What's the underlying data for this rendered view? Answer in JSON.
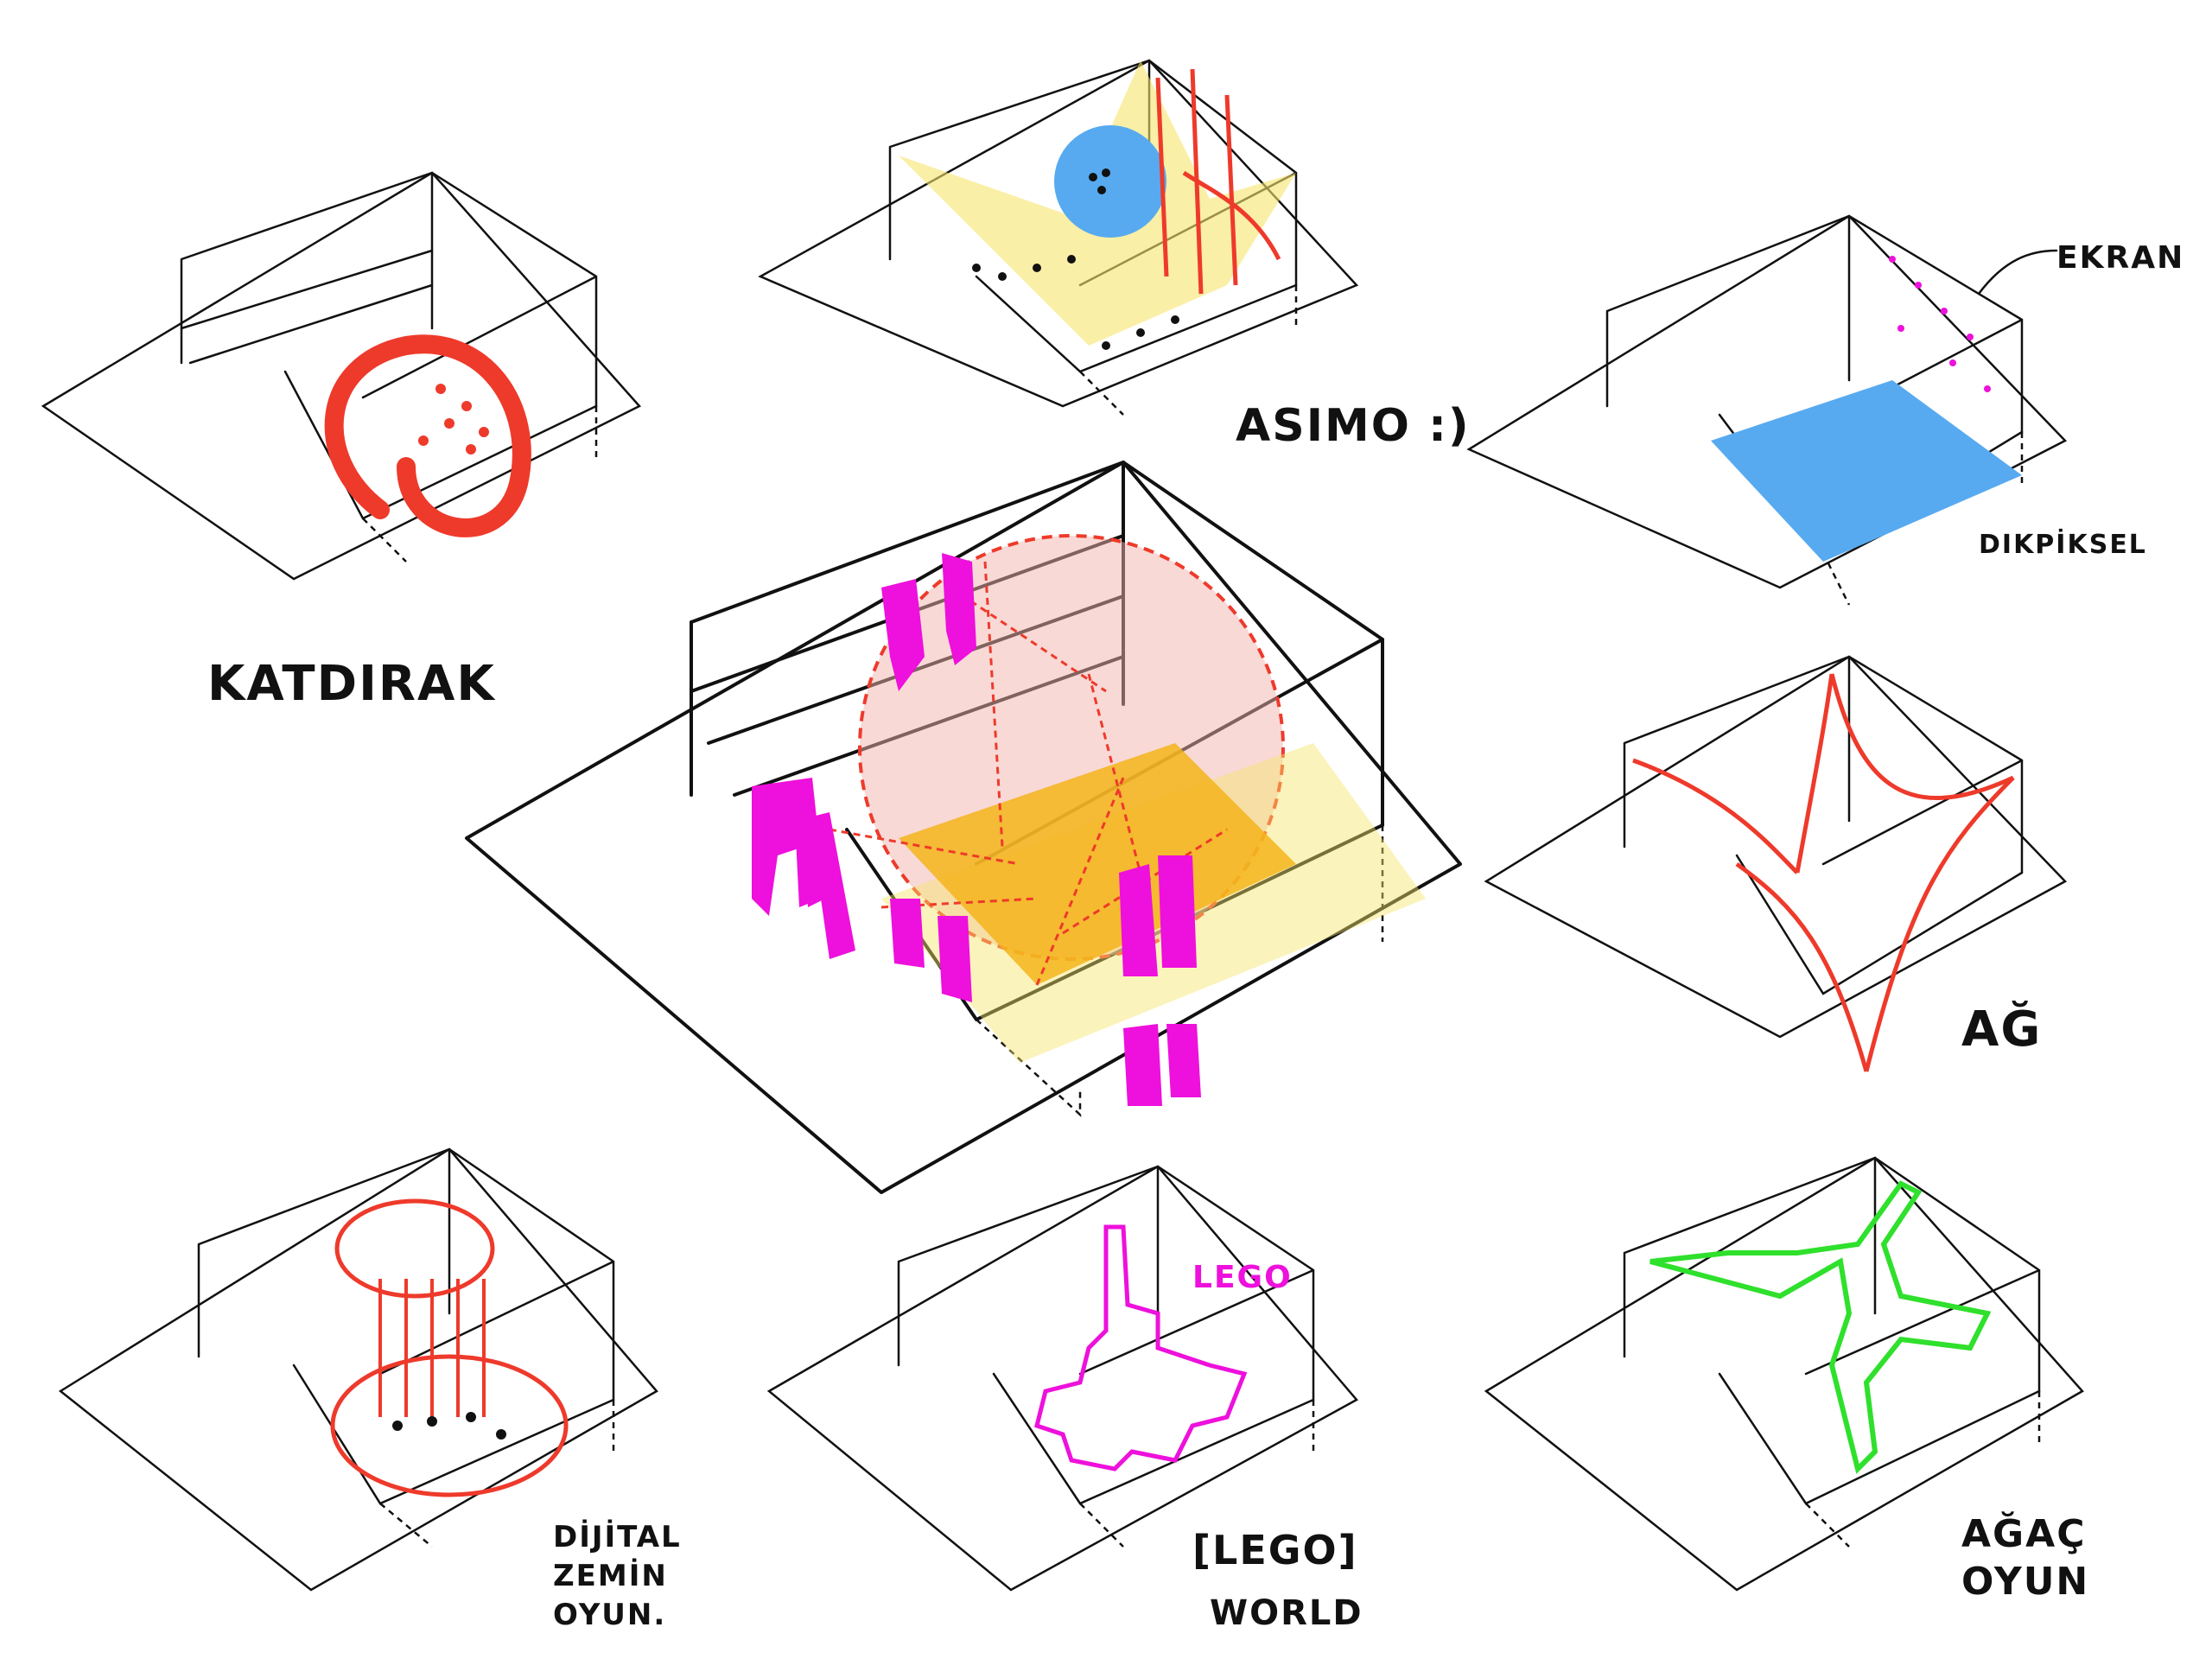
{
  "labels": {
    "katdirak": "KATDIRAK",
    "asimo": "ASIMO :)",
    "ekran": "EKRAN",
    "dikpiksel": "DIKPİKSEL",
    "ag": "AĞ",
    "dijital_1": "DİJİTAL",
    "dijital_2": "ZEMİN",
    "dijital_3": "OYUN.",
    "lego_tag": "LEGO",
    "lego_1": "[LEGO]",
    "lego_2": "WORLD",
    "agac_1": "AĞAÇ",
    "agac_2": "OYUN"
  },
  "colors": {
    "ink": "#111111",
    "red": "#ee3a2b",
    "magenta": "#ee10dc",
    "blue": "#57aaf0",
    "yellow": "#f7e46a",
    "orange": "#f4b41a",
    "green": "#2fe02c",
    "pink": "#f2b3ad"
  }
}
